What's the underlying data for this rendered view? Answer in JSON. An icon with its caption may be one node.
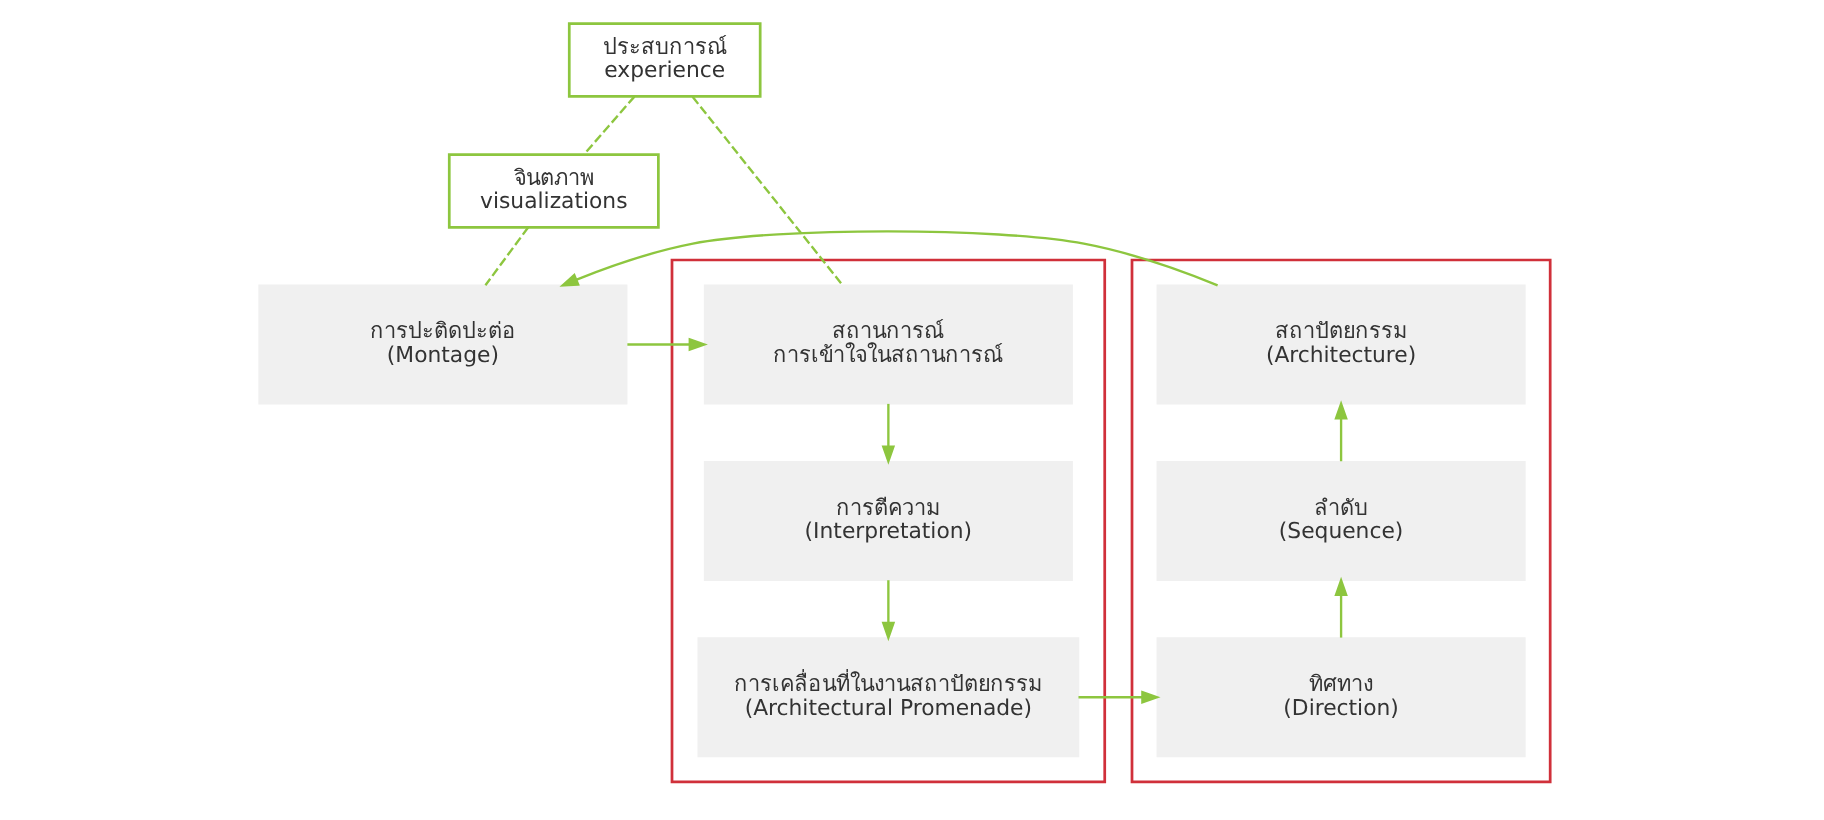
{
  "diagram": {
    "nodes": [
      {
        "text": [
          "ประสบการณ์",
          "experience"
        ]
      },
      {
        "text": [
          "จินตภาพ",
          "visualizations"
        ]
      },
      {
        "text": [],
        "shape": "box"
      },
      {
        "text": [
          "สถานการณ์",
          "การเข้าใจในสถานการณ์"
        ],
        "in": 2
      },
      {
        "text": [
          "การตีความ",
          "(Interpretation)"
        ],
        "in": 2
      },
      {
        "text": [
          "การเคลื่อนที่ในงานสถาปัตยกรรม",
          "(Architectural Promenade)"
        ],
        "in": 2
      },
      {
        "text": [
          "การปะติดปะต่อ",
          "(Montage)"
        ]
      },
      {
        "text": [],
        "shape": "box"
      },
      {
        "text": [
          "สถาปัตยกรรม",
          "(Architecture)"
        ],
        "in": 7
      },
      {
        "text": [
          "ลำดับ",
          "(Sequence)"
        ],
        "in": 7
      },
      {
        "text": [
          "ทิศทาง",
          "(Direction)"
        ],
        "in": 7
      }
    ],
    "edges": [
      {
        "from": 0,
        "to": 1,
        "arrow": "none",
        "style": "dashed"
      },
      {
        "from": 0,
        "to": 3,
        "arrow": "none",
        "style": "dashed"
      },
      {
        "from": 1,
        "to": 6,
        "arrow": "none",
        "style": "dashed"
      },
      {
        "from": 6,
        "to": 3,
        "arrow": "to"
      },
      {
        "from": 3,
        "to": 4,
        "arrow": "to"
      },
      {
        "from": 4,
        "to": 5,
        "arrow": "to"
      },
      {
        "from": 5,
        "to": 10,
        "arrow": "to"
      },
      {
        "from": 10,
        "to": 9,
        "arrow": "to"
      },
      {
        "from": 9,
        "to": 8,
        "arrow": "to"
      },
      {
        "from": 8,
        "to": 6,
        "arrow": "to"
      }
    ]
  }
}
